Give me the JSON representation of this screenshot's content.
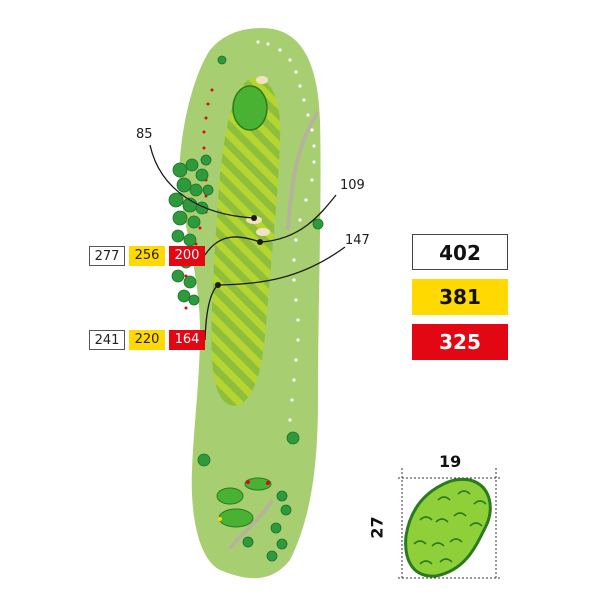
{
  "markers": [
    {
      "label": "85"
    },
    {
      "label": "109"
    },
    {
      "label": "147"
    }
  ],
  "yardage_rows": [
    {
      "white": "277",
      "yellow": "256",
      "red": "200"
    },
    {
      "white": "241",
      "yellow": "220",
      "red": "164"
    }
  ],
  "totals": {
    "white": "402",
    "yellow": "381",
    "red": "325"
  },
  "green": {
    "width": "19",
    "depth": "27"
  },
  "colors": {
    "rough": "#a7cf72",
    "fairway": "#b5d530",
    "fairway_stripe": "#7fae3a",
    "green": "#49b233",
    "trees": "#2e9a3c",
    "sand": "#f1e3bf",
    "path": "#b5b39a",
    "yellow": "#ffd900",
    "red": "#e30613"
  }
}
